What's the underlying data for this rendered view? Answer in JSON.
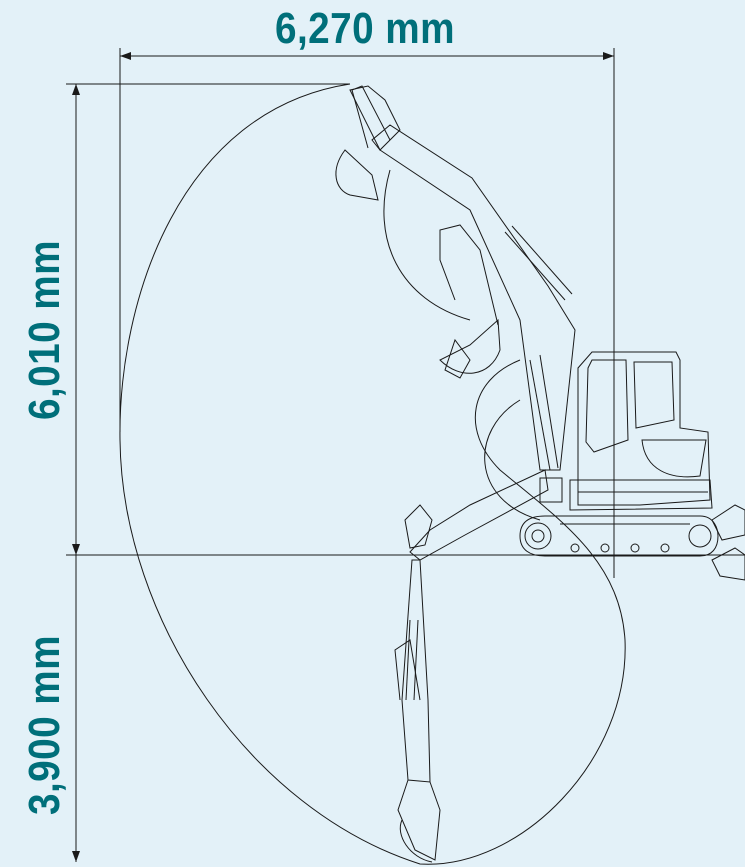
{
  "colors": {
    "background": "#e3f1f8",
    "label": "#006f7a",
    "line": "#1a1a1a"
  },
  "dimensions": {
    "reach": "6,270 mm",
    "height": "6,010 mm",
    "depth": "3,900 mm"
  }
}
